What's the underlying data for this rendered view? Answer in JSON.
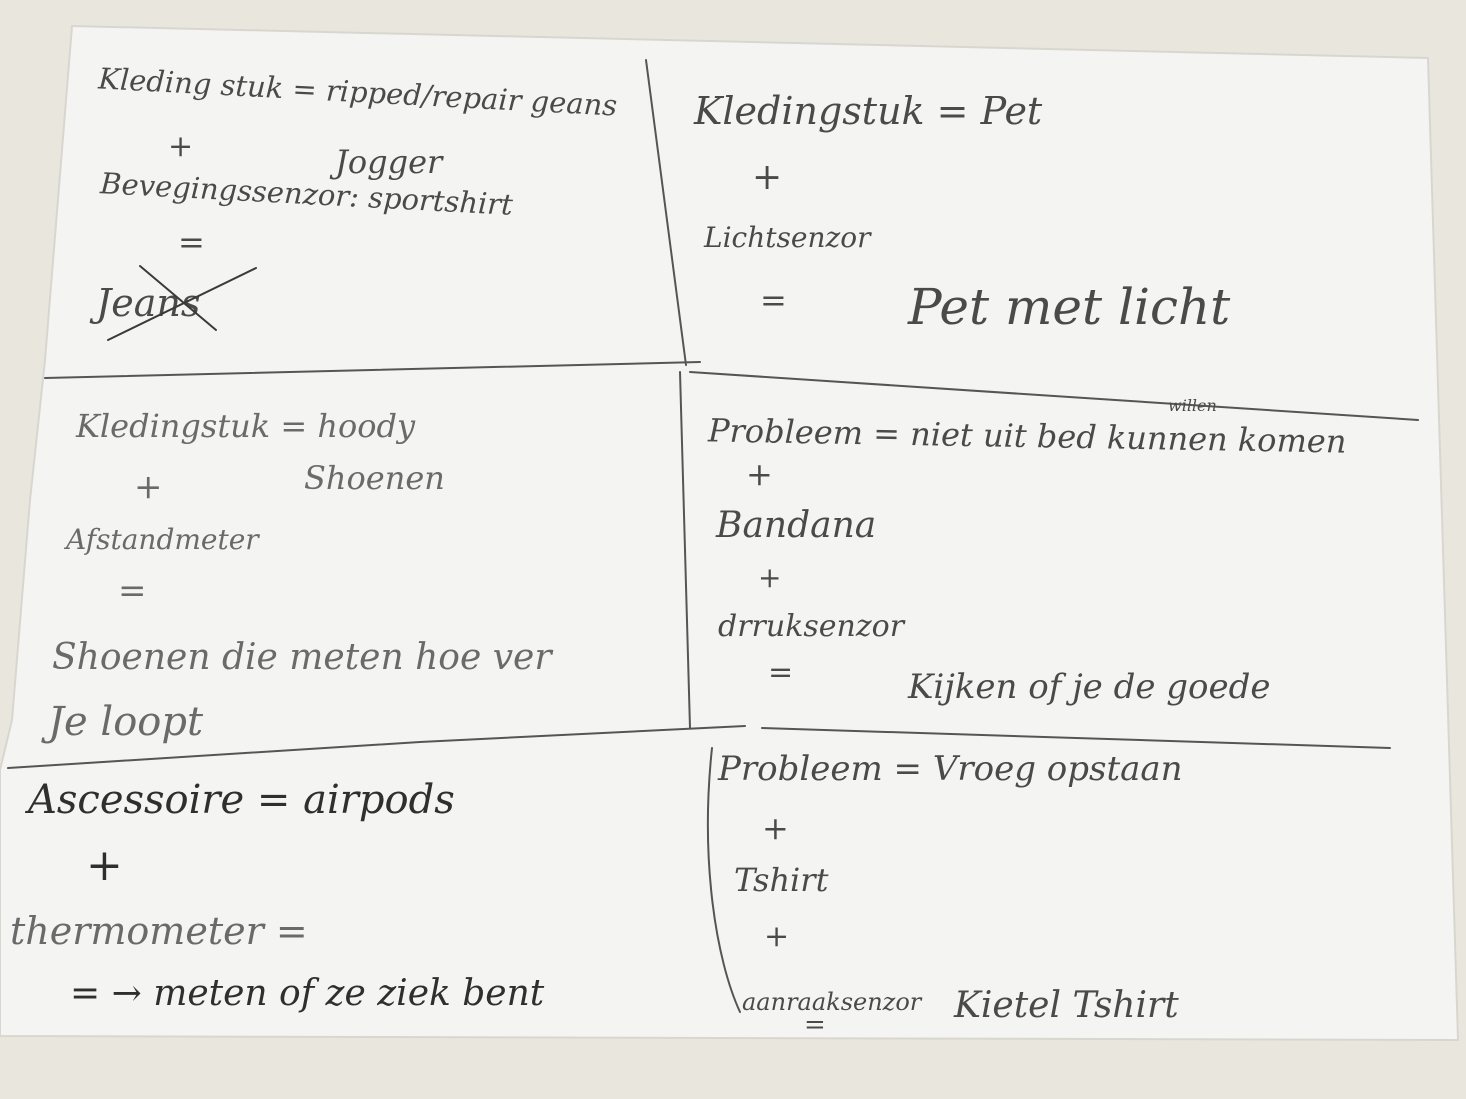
{
  "colors": {
    "background": "#e9e6de",
    "paper": "#f4f4f2",
    "ink": "#4a4a4a",
    "line": "#555555"
  },
  "quadrants": {
    "top_left": {
      "line1": "Kleding stuk = ripped/repair geans",
      "plus1": "+",
      "word_jogger": "Jogger",
      "line2": "Bevegingssenzor: sportshirt",
      "equals": "=",
      "result": "Jeans"
    },
    "top_right": {
      "line1": "Kledingstuk = Pet",
      "plus": "+",
      "line2": "Lichtsenzor",
      "equals": "=",
      "result": "Pet met licht"
    },
    "middle_left": {
      "line1": "Kledingstuk = hoody",
      "plus": "+",
      "word_shoes": "Shoenen",
      "line2": "Afstandmeter",
      "equals": "=",
      "result_line1": "Shoenen die meten hoe ver",
      "result_line2": "Je loopt"
    },
    "middle_right": {
      "line1": "Probleem = niet uit bed kunnen komen",
      "insert": "willen",
      "plus1": "+",
      "line2": "Bandana",
      "plus2": "+",
      "line3": "drruksenzor",
      "equals": "=",
      "result": "Kijken of je de goede"
    },
    "bottom_left": {
      "line1": "Ascessoire = airpods",
      "plus": "+",
      "line2": "thermometer =",
      "result": "= → meten of ze ziek bent"
    },
    "bottom_right": {
      "line1": "Probleem = Vroeg opstaan",
      "plus1": "+",
      "line2": "Tshirt",
      "plus2": "+",
      "line3": "aanraaksenzor",
      "result": "Kietel Tshirt",
      "equals": "="
    }
  }
}
